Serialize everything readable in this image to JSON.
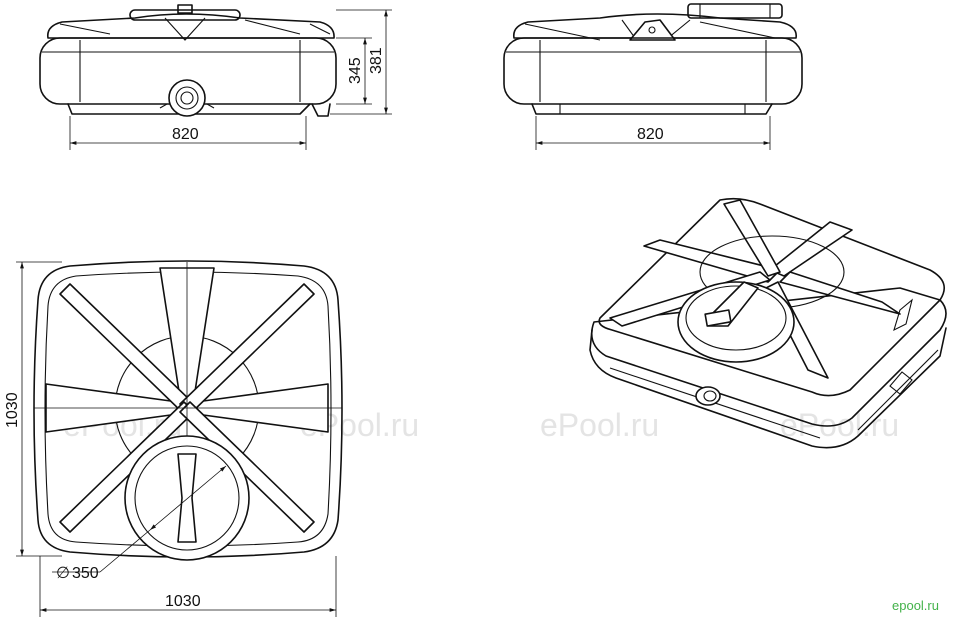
{
  "dimensions": {
    "front_width": "820",
    "front_height_body": "345",
    "front_height_total": "381",
    "side_width": "820",
    "top_width": "1030",
    "top_height": "1030",
    "hatch_diameter": "350",
    "diameter_symbol": "∅"
  },
  "watermark": {
    "text_1": "ePool.ru",
    "text_2": "ePool.ru",
    "text_3": "ePool.ru",
    "text_4": "ePool.ru"
  },
  "logo": {
    "text": "epool.ru",
    "color": "#43b24a"
  },
  "colors": {
    "line": "#111111",
    "watermark": "#e4e4e4",
    "background": "#ffffff"
  }
}
